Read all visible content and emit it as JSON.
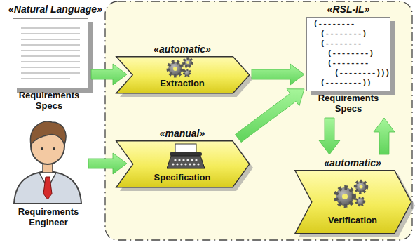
{
  "diagram": {
    "nodes": [
      {
        "text": [
          "«Natural Language»",
          "Requirements Specs"
        ]
      },
      {
        "text": [
          "Requirements Engineer"
        ]
      },
      {
        "text": [
          "«automatic»",
          "Extraction"
        ]
      },
      {
        "text": [
          "«manual»",
          "Specification"
        ]
      },
      {
        "text": [
          "«RSL-IL»",
          "(--------",
          "(--------)",
          "(--------",
          "(--------)",
          "(--------",
          "(--------)))",
          "(--------))",
          "Requirements Specs"
        ]
      },
      {
        "text": [
          "«automatic»",
          "Verification"
        ]
      }
    ],
    "edges": [
      {
        "from": 0,
        "to": 2,
        "arrow": "to"
      },
      {
        "from": 2,
        "to": 4,
        "arrow": "to"
      },
      {
        "from": 1,
        "to": 3,
        "arrow": "to"
      },
      {
        "from": 3,
        "to": 4,
        "arrow": "to"
      },
      {
        "from": 4,
        "to": 5,
        "arrow": "to"
      },
      {
        "from": 5,
        "to": 4,
        "arrow": "to"
      }
    ]
  }
}
